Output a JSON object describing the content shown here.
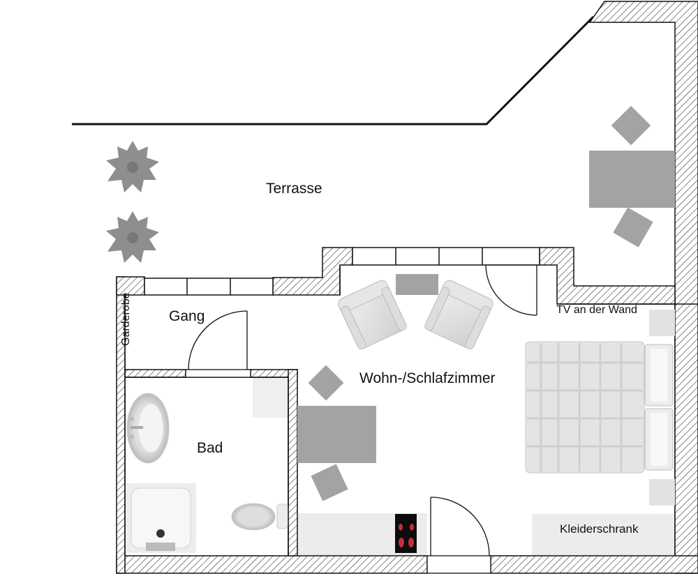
{
  "plan": {
    "rooms": {
      "terrace": "Terrasse",
      "hallway": "Gang",
      "wardrobe_niche": "Garderobe",
      "bathroom": "Bad",
      "living_bedroom": "Wohn-/Schlafzimmer"
    },
    "annotations": {
      "tv": "TV an der Wand",
      "closet": "Kleiderschrank"
    },
    "colors": {
      "wall_line": "#111111",
      "furniture_gray": "#a3a3a3",
      "light_gray": "#e8e8e8",
      "cooktop": "#0c0c0c",
      "burner": "#c0303a"
    }
  }
}
